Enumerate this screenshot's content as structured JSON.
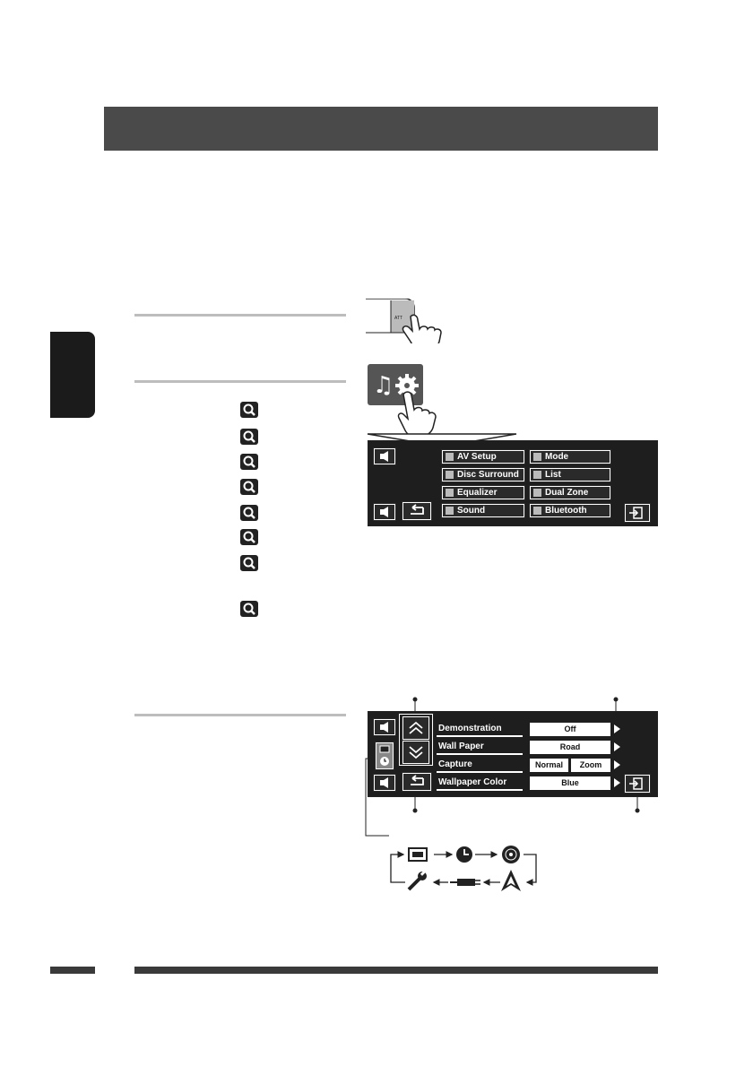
{
  "menu_screen": {
    "buttons": [
      {
        "label": "AV Setup"
      },
      {
        "label": "Mode"
      },
      {
        "label": "Disc Surround"
      },
      {
        "label": "List"
      },
      {
        "label": "Equalizer"
      },
      {
        "label": "Dual Zone"
      },
      {
        "label": "Sound"
      },
      {
        "label": "Bluetooth"
      }
    ]
  },
  "setup_screen": {
    "rows": [
      {
        "label": "Demonstration",
        "value": "Off"
      },
      {
        "label": "Wall Paper",
        "value": "Road"
      },
      {
        "label": "Capture",
        "value": "Normal",
        "value2": "Zoom"
      },
      {
        "label": "Wallpaper Color",
        "value": "Blue"
      }
    ]
  },
  "button_graphic": {
    "label": "ATT"
  },
  "icons": {
    "step1": "finger-press-icon",
    "step2": "music-gear-menu-icon",
    "magnifier": "magnifier-icon",
    "cycle": [
      "screen-icon",
      "clock-icon",
      "disc-icon",
      "navigation-icon",
      "connector-icon",
      "wrench-icon"
    ]
  },
  "colors": {
    "title_bar": "#4a4a4a",
    "side_tab": "#1b1b1b",
    "screen_bg": "#1e1e1e"
  }
}
